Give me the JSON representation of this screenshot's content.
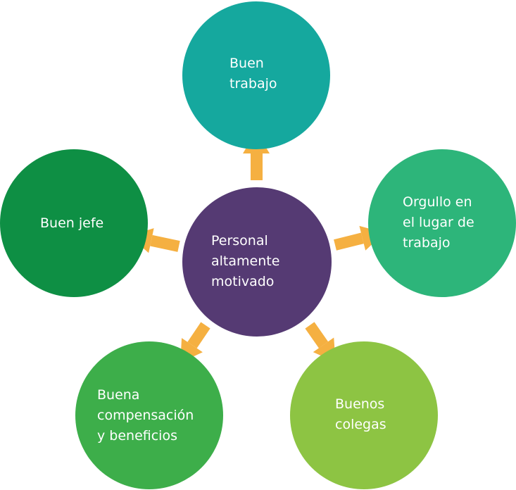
{
  "colors": {
    "arrow": "#F5B041",
    "center": "#553A73",
    "buen_trabajo": "#15A89E",
    "orgullo": "#2DB57A",
    "buenos_colegas": "#8DC443",
    "compensacion": "#3DAE4A",
    "buen_jefe": "#0E8F44"
  },
  "center": {
    "name": "center-node",
    "lines": [
      "Personal",
      "altamente",
      "motivado"
    ]
  },
  "nodes": [
    {
      "key": "buen_trabajo",
      "lines": [
        "Buen",
        "trabajo"
      ]
    },
    {
      "key": "orgullo",
      "lines": [
        "Orgullo en",
        "el lugar de",
        "trabajo"
      ]
    },
    {
      "key": "buenos_colegas",
      "lines": [
        "Buenos",
        "colegas"
      ]
    },
    {
      "key": "compensacion",
      "lines": [
        "Buena",
        "compensación",
        "y beneficios"
      ]
    },
    {
      "key": "buen_jefe",
      "lines": [
        "Buen jefe"
      ]
    }
  ]
}
